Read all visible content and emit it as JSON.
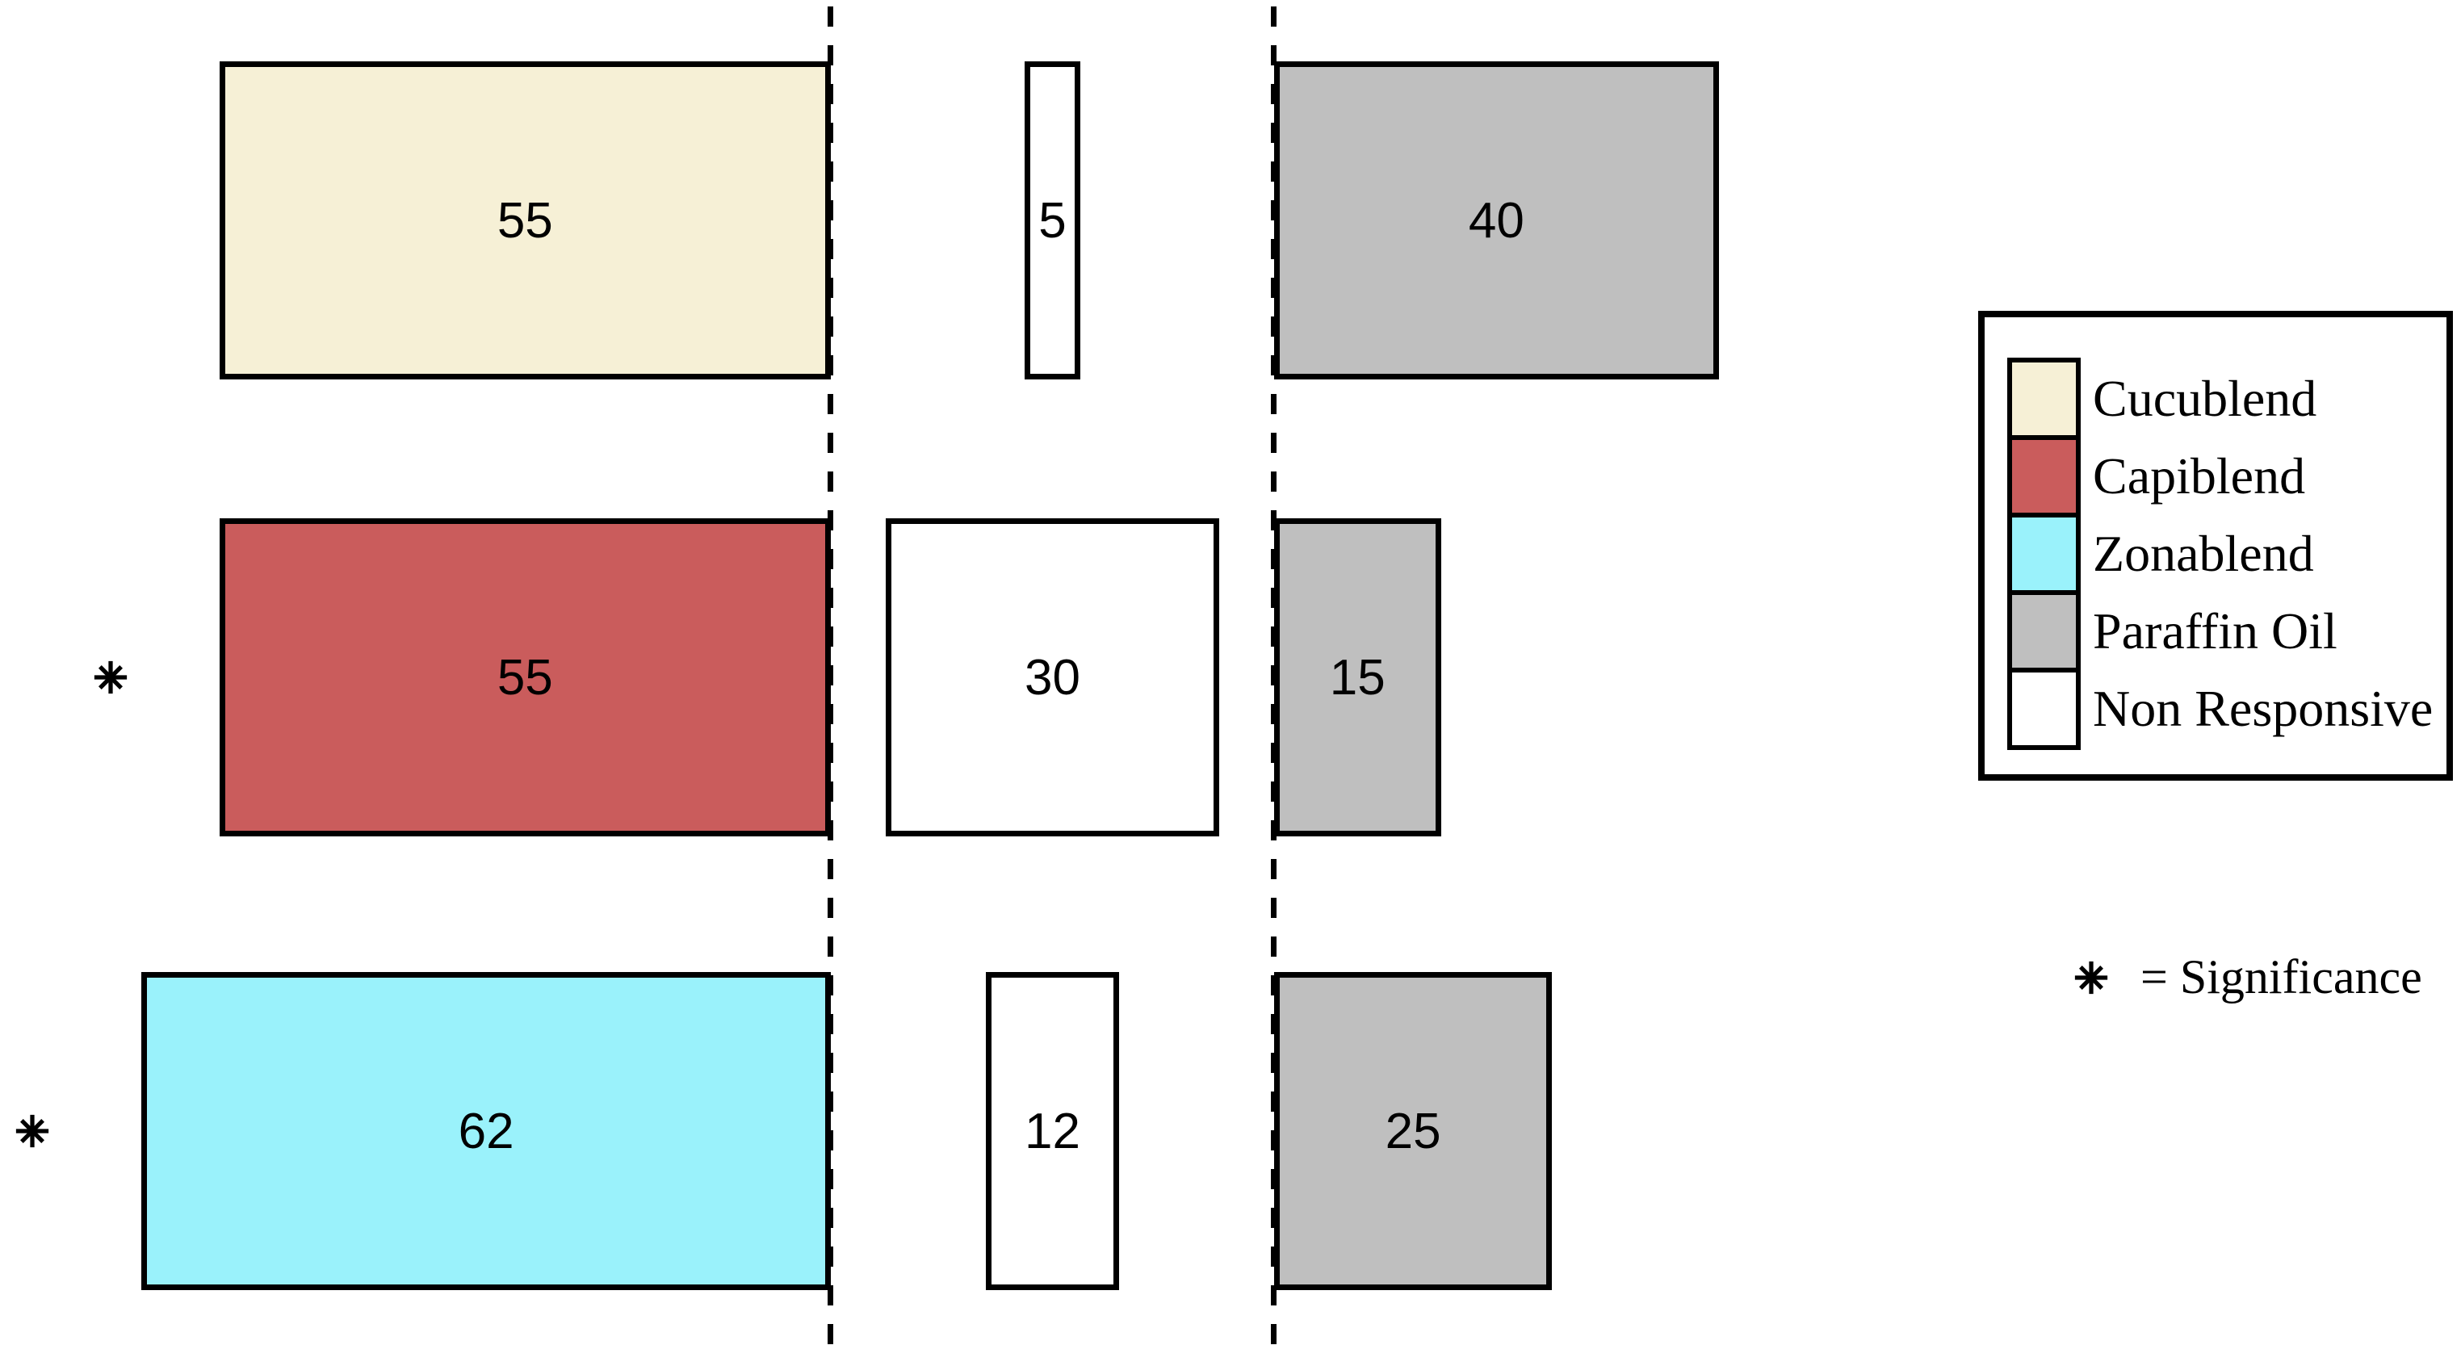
{
  "colors": {
    "cucublend": "#F6F0D6",
    "capiblend": "#CA5C5C",
    "zonablend": "#9AF2FB",
    "paraffin_oil": "#BFBFBF",
    "non_responsive": "#FFFFFF",
    "border": "#000000",
    "background": "#FFFFFF"
  },
  "chart_data": {
    "type": "diverging_stacked_bar",
    "title": "",
    "rows": [
      {
        "treatment": "Cucublend",
        "color_key": "cucublend",
        "significant": false,
        "values": {
          "treatment": 55,
          "non_responsive": 5,
          "paraffin_oil": 40
        }
      },
      {
        "treatment": "Capiblend",
        "color_key": "capiblend",
        "significant": true,
        "values": {
          "treatment": 55,
          "non_responsive": 30,
          "paraffin_oil": 15
        }
      },
      {
        "treatment": "Zonablend",
        "color_key": "zonablend",
        "significant": true,
        "values": {
          "treatment": 62,
          "non_responsive": 12,
          "paraffin_oil": 25
        }
      }
    ],
    "segment_order": [
      "treatment",
      "non_responsive",
      "paraffin_oil"
    ],
    "dividers": "two vertical dashed lines at the treatment/non-responsive and non-responsive/paraffin-oil boundaries",
    "grid": false,
    "axes_visible": false,
    "legend_position": "right"
  },
  "legend": {
    "items": [
      {
        "label": "Cucublend",
        "color_key": "cucublend"
      },
      {
        "label": "Capiblend",
        "color_key": "capiblend"
      },
      {
        "label": "Zonablend",
        "color_key": "zonablend"
      },
      {
        "label": "Paraffin Oil",
        "color_key": "paraffin_oil"
      },
      {
        "label": "Non Responsive",
        "color_key": "non_responsive"
      }
    ]
  },
  "significance": {
    "symbol": "eight-spoked-asterisk",
    "text": "= Significance"
  }
}
